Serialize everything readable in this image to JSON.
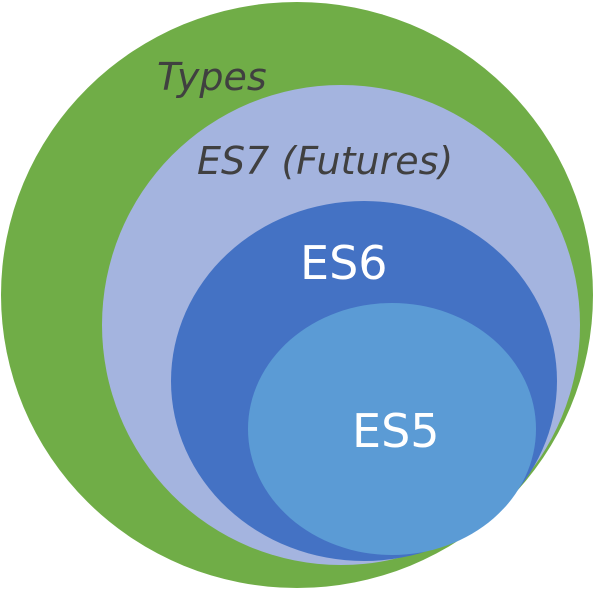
{
  "diagram": {
    "type": "nested-sets",
    "layers": [
      {
        "label": "Types",
        "color": "#70ad47"
      },
      {
        "label": "ES7 (Futures)",
        "color": "#a4b4df"
      },
      {
        "label": "ES6",
        "color": "#4472c4"
      },
      {
        "label": "ES5",
        "color": "#5b9bd5"
      }
    ]
  }
}
